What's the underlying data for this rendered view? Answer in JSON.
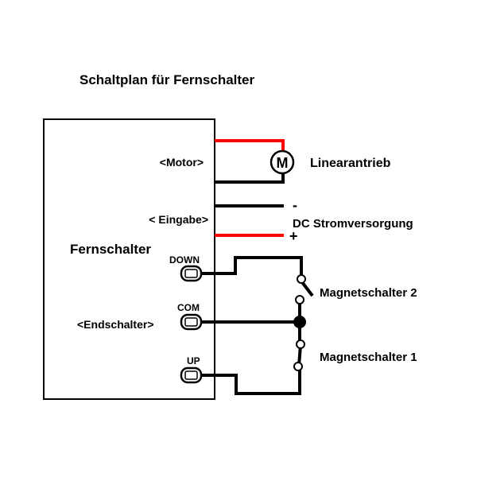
{
  "title": "Schaltplan für Fernschalter",
  "device": {
    "name": "Fernschalter",
    "ports": {
      "motor": "<Motor>",
      "input": "< Eingabe>",
      "limit": "<Endschalter>"
    },
    "terminals": {
      "down": "DOWN",
      "com": "COM",
      "up": "UP"
    }
  },
  "motor": {
    "symbol": "M",
    "label": "Linearantrieb"
  },
  "power": {
    "minus": "-",
    "plus": "+",
    "label": "DC Stromversorgung"
  },
  "switches": {
    "s2": "Magnetschalter 2",
    "s1": "Magnetschalter 1"
  },
  "colors": {
    "positive": "#ff0000",
    "negative": "#000000"
  }
}
